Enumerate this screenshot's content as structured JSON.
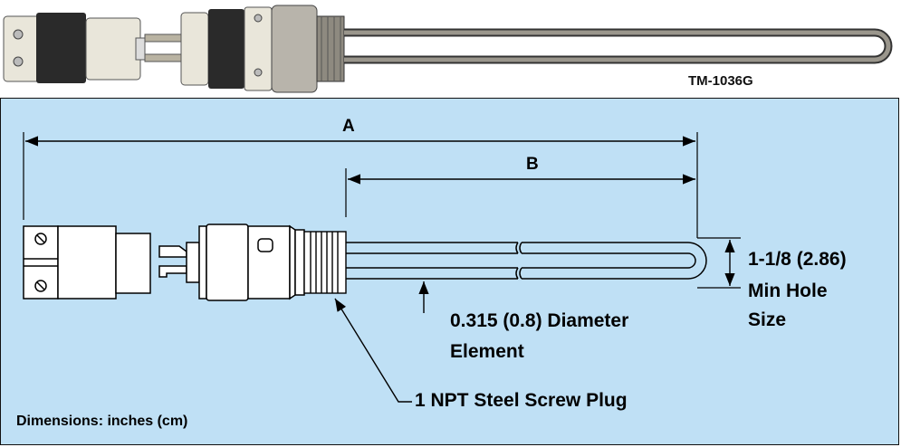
{
  "photo": {
    "code": "TM-1036G"
  },
  "diagram": {
    "label_a": "A",
    "label_b": "B",
    "hole_size_value": "1-1/8 (2.86)",
    "hole_size_line1": "Min Hole",
    "hole_size_line2": "Size",
    "diameter_line1": "0.315 (0.8) Diameter",
    "diameter_line2": "Element",
    "screw_plug": "1 NPT Steel Screw Plug",
    "dimensions_note": "Dimensions: inches (cm)"
  }
}
